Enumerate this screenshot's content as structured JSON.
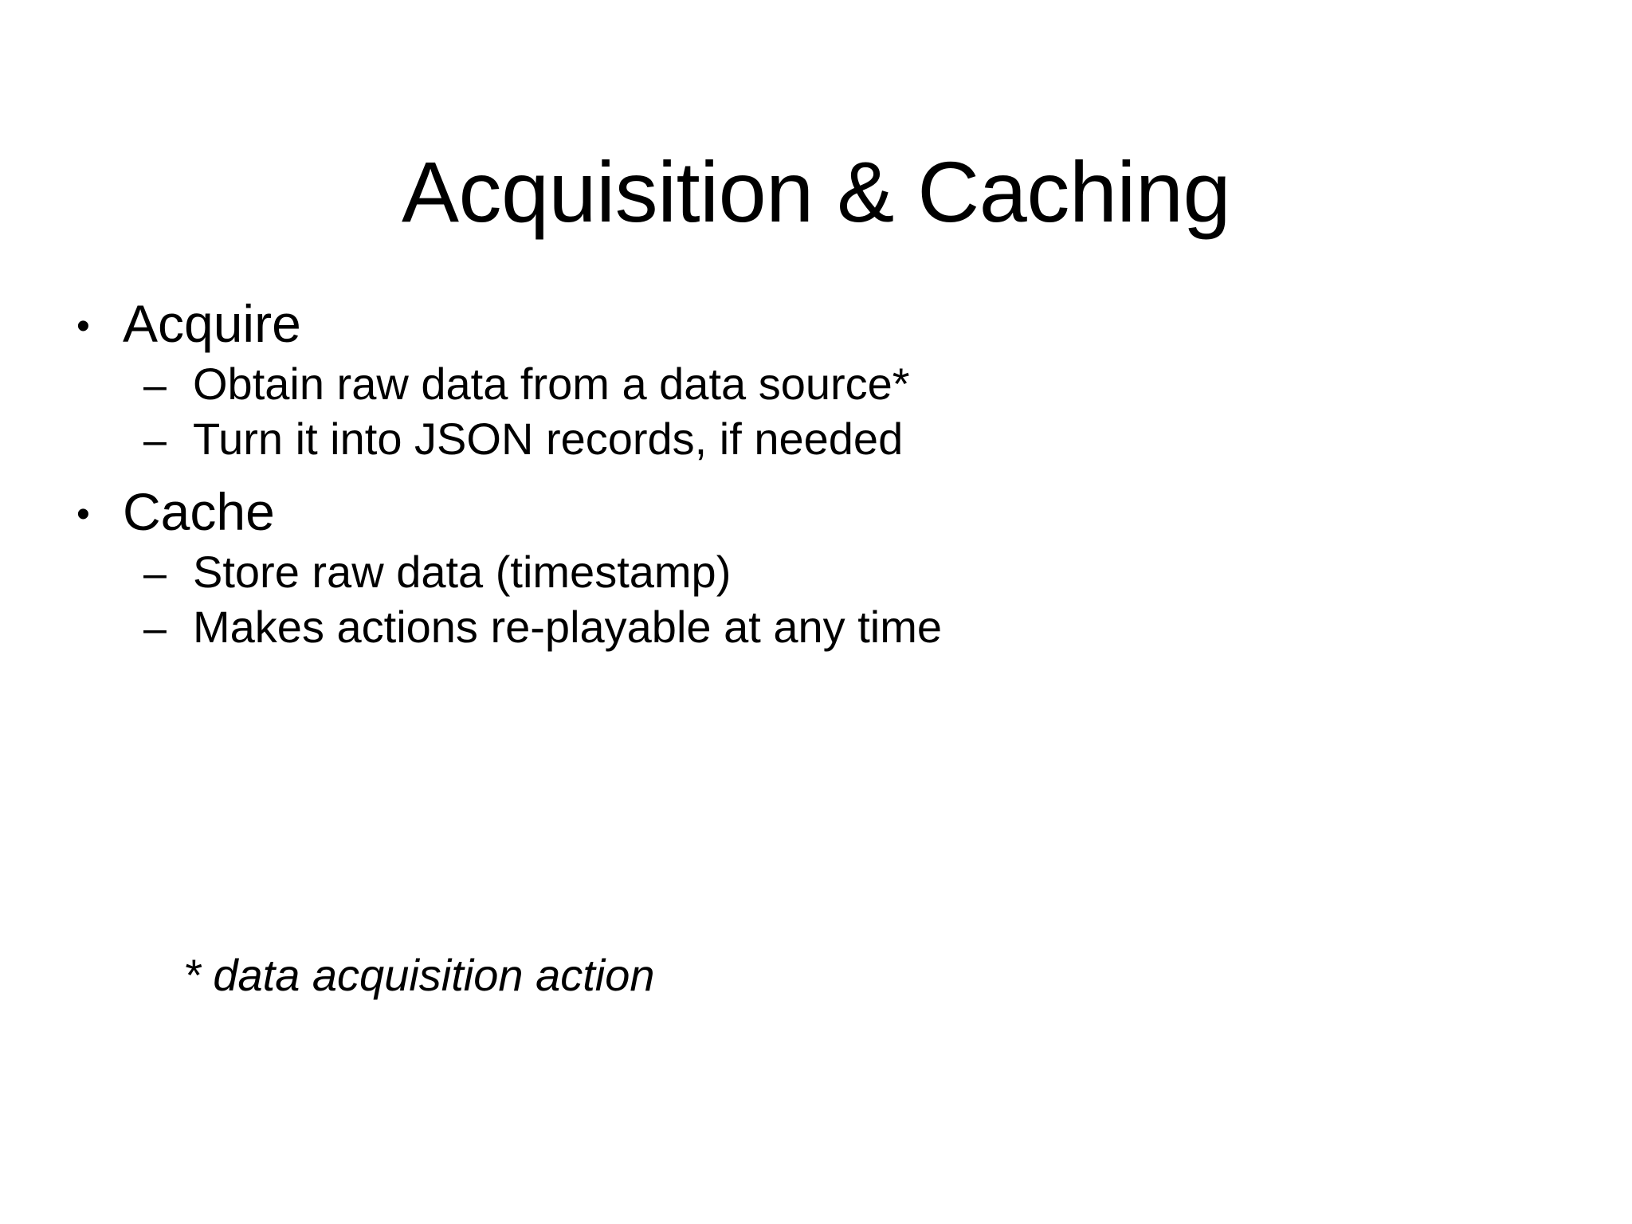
{
  "slide": {
    "title": "Acquisition & Caching",
    "background_color": "#ffffff",
    "text_color": "#000000",
    "level1_bullet_glyph": "•",
    "level2_bullet_glyph": "–",
    "groups": [
      {
        "heading": "Acquire",
        "sub_items": [
          "Obtain raw data from a data source*",
          "Turn it into JSON records, if needed"
        ]
      },
      {
        "heading": "Cache",
        "sub_items": [
          "Store raw data (timestamp)",
          "Makes actions re-playable at any time"
        ]
      }
    ],
    "footnote": "* data acquisition action"
  }
}
